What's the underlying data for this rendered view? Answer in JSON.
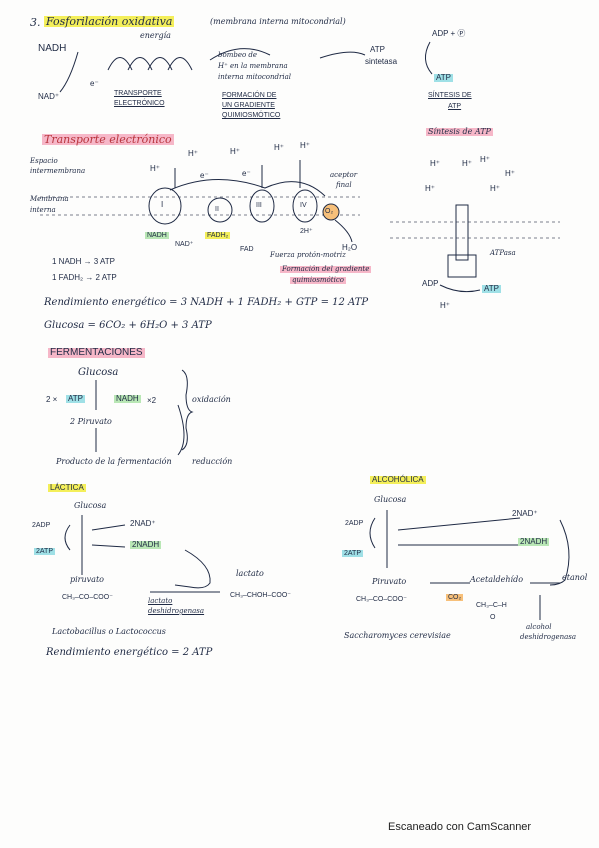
{
  "section3": {
    "number": "3.",
    "title": "Fosforilación oxidativa",
    "subtitle": "(membrana interna mitocondrial)"
  },
  "overview": {
    "nadh": "NADH",
    "nad_plus": "NAD⁺",
    "energia": "energía",
    "electron": "e⁻",
    "transporte_1": "TRANSPORTE",
    "transporte_2": "ELECTRÓNICO",
    "bombeo_1": "bombeo de",
    "bombeo_2": "H⁺ en la membrana",
    "bombeo_3": "interna mitocondrial",
    "formacion_1": "FORMACIÓN DE",
    "formacion_2": "UN GRADIENTE",
    "formacion_3": "QUIMIOSMÓTICO",
    "atp_sintetasa_1": "ATP",
    "atp_sintetasa_2": "sintetasa",
    "adp_p": "ADP + Ⓟ",
    "atp": "ATP",
    "sintesis_1": "SÍNTESIS DE",
    "sintesis_2": "ATP"
  },
  "transporte": {
    "heading": "Transporte electrónico",
    "espacio_1": "Espacio",
    "espacio_2": "intermembrana",
    "membrana_1": "Membrana",
    "membrana_2": "interna",
    "hplus": "H⁺",
    "electron": "e⁻",
    "complex_i": "I",
    "complex_ii": "II",
    "complex_iii": "III",
    "complex_iv": "IV",
    "nadh": "NADH",
    "nad_plus": "NAD⁺",
    "fadh2": "FADH₂",
    "fad": "FAD",
    "aceptor_1": "aceptor",
    "aceptor_2": "final",
    "o2": "O₂",
    "two_h": "2H⁺",
    "h2o": "H₂O",
    "fuerza": "Fuerza protón-motriz",
    "gradiente_1": "Formación del gradiente",
    "gradiente_2": "quimiosmótico",
    "eq1": "1 NADH → 3 ATP",
    "eq2": "1 FADH₂ → 2 ATP",
    "rendimiento": "Rendimiento energético = 3 NADH + 1 FADH₂ + GTP = 12 ATP",
    "glucosa_eq": "Glucosa = 6CO₂ + 6H₂O + 3 ATP"
  },
  "sintesis": {
    "heading": "Síntesis de ATP",
    "hplus": "H⁺",
    "atpasa": "ATPasa",
    "adp": "ADP",
    "atp": "ATP"
  },
  "fermentaciones": {
    "heading": "FERMENTACIONES",
    "glucosa": "Glucosa",
    "two_atp_prefix": "2 ×",
    "atp": "ATP",
    "nadh": "NADH",
    "x2": "×2",
    "piruvato": "2 Piruvato",
    "oxidacion": "oxidación",
    "producto": "Producto de la fermentación",
    "reduccion": "reducción"
  },
  "lactica": {
    "heading": "LÁCTICA",
    "glucosa": "Glucosa",
    "adp": "2ADP",
    "atp": "2ATP",
    "nad": "2NAD⁺",
    "nadh": "2NADH",
    "piruvato": "piruvato",
    "piruvato_formula": "CH₃–CO–COO⁻",
    "lactato": "lactato",
    "lactato_formula": "CH₃–CHOH–COO⁻",
    "enzima_1": "lactato",
    "enzima_2": "deshidrogenasa",
    "organismos": "Lactobacillus o Lactococcus",
    "rendimiento": "Rendimiento energético = 2 ATP"
  },
  "alcoholica": {
    "heading": "ALCOHÓLICA",
    "glucosa": "Glucosa",
    "adp": "2ADP",
    "atp": "2ATP",
    "nad": "2NAD⁺",
    "nadh": "2NADH",
    "piruvato": "Piruvato",
    "piruvato_formula": "CH₃–CO–COO⁻",
    "acetaldehido": "Acetaldehído",
    "co2": "CO₂",
    "acetaldehido_formula": "CH₃–C–H",
    "carbonyl_o": "O",
    "etanol": "etanol",
    "enzima_1": "alcohol",
    "enzima_2": "deshidrogenasa",
    "organismo": "Saccharomyces cerevisiae"
  },
  "footer": {
    "scanner": "Escaneado con CamScanner"
  },
  "colors": {
    "ink": "#1f2a44",
    "highlight_yellow": "#f4ef5a",
    "highlight_pink": "#f6b7c8",
    "highlight_green": "#b9e7b5",
    "highlight_blue": "#9fe0e6",
    "highlight_orange": "#f7c07a"
  }
}
